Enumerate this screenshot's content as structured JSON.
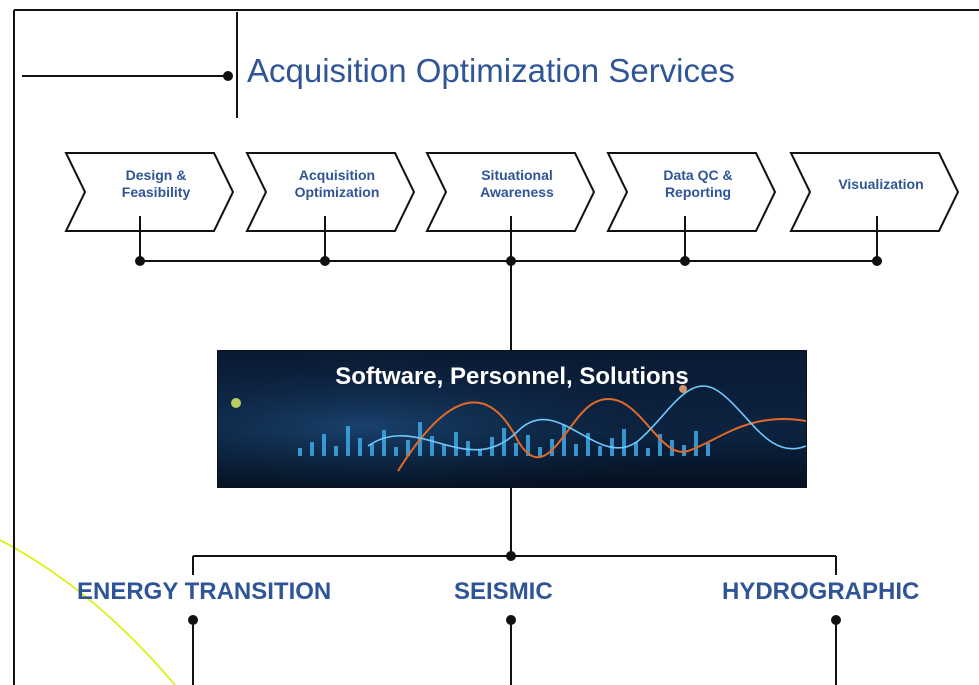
{
  "title": "Acquisition Optimization Services",
  "steps": [
    {
      "label": "Design &\nFeasibility"
    },
    {
      "label": "Acquisition\nOptimization"
    },
    {
      "label": "Situational\nAwareness"
    },
    {
      "label": "Data QC &\nReporting"
    },
    {
      "label": "Visualization"
    }
  ],
  "banner": {
    "text": "Software, Personnel, Solutions"
  },
  "categories": [
    "ENERGY TRANSITION",
    "SEISMIC",
    "HYDROGRAPHIC"
  ],
  "colors": {
    "text_blue": "#2f5597",
    "accent_yellow": "#d8f000",
    "banner_dark": "#08162c",
    "line": "#111111"
  }
}
